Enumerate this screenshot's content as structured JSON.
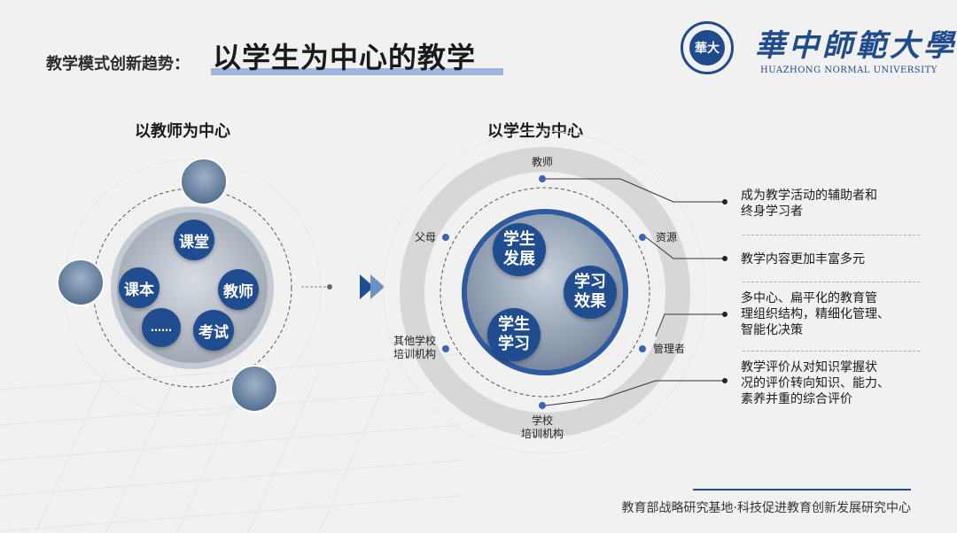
{
  "header": {
    "title_prefix": "教学模式创新趋势：",
    "title_main": "以学生为中心的教学"
  },
  "logo": {
    "name_cn": "華中師範大學",
    "name_en": "HUAZHONG NORMAL UNIVERSITY",
    "seal_text": "華大"
  },
  "left": {
    "heading": "以教师为中心",
    "bubbles": [
      "课堂",
      "课本",
      "教师",
      "……",
      "考试"
    ]
  },
  "right": {
    "heading": "以学生为中心",
    "bubbles": [
      "学生\n发展",
      "学习\n效果",
      "学生\n学习"
    ],
    "nodes": {
      "teacher": "教师",
      "resources": "资源",
      "parents": "父母",
      "other_schools": "其他学校\n培训机构",
      "managers": "管理者",
      "school": "学校\n培训机构"
    }
  },
  "descriptions": [
    "成为教学活动的辅助者和\n终身学习者",
    "教学内容更加丰富多元",
    "多中心、扁平化的教育管\n理组织结构，精细化管理、\n智能化决策",
    "教学评价从对知识掌握状\n况的评价转向知识、能力、\n素养并重的综合评价"
  ],
  "footer": "教育部战略研究基地·科技促进教育创新发展研究中心",
  "colors": {
    "accent": "#1f4d90",
    "ring_gray": "#d7d7d7",
    "underline": "#9eb4dc"
  }
}
